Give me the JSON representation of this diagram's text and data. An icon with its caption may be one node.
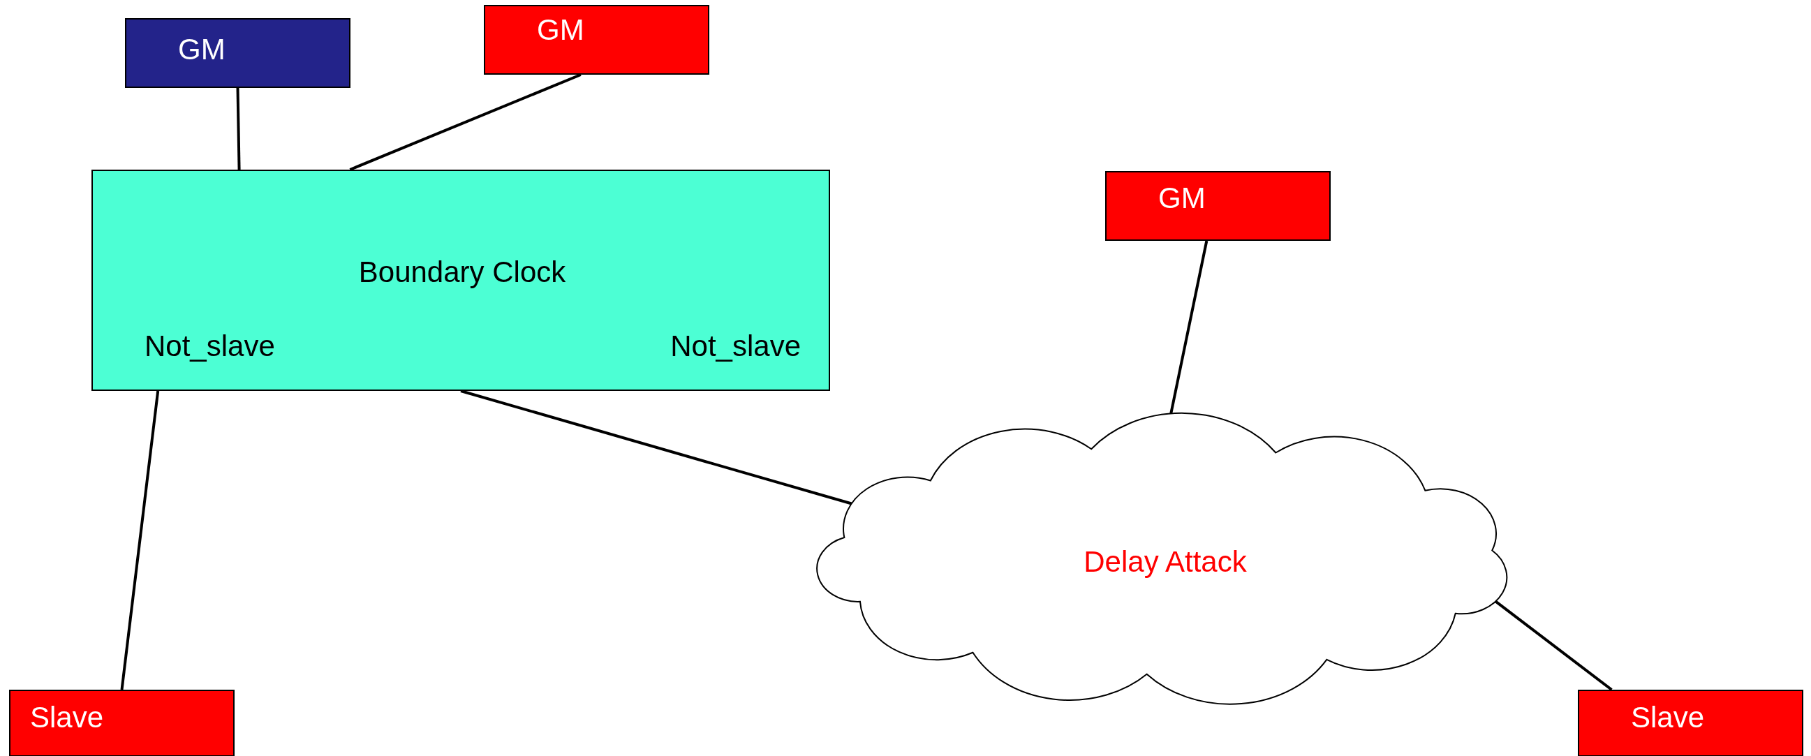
{
  "diagram": {
    "nodes": [
      {
        "text": [
          "GM"
        ]
      },
      {
        "text": [
          "GM"
        ]
      },
      {
        "text": [
          "Boundary Clock",
          "Not_slave",
          "Not_slave"
        ]
      },
      {
        "text": [
          "GM"
        ]
      },
      {
        "text": [
          "Delay Attack"
        ]
      },
      {
        "text": [
          "Slave"
        ]
      },
      {
        "text": [
          "Slave"
        ]
      }
    ],
    "edges": [
      {
        "from": 0,
        "to": 2,
        "arrow": "none"
      },
      {
        "from": 1,
        "to": 2,
        "arrow": "none"
      },
      {
        "from": 2,
        "to": 5,
        "arrow": "none"
      },
      {
        "from": 2,
        "to": 4,
        "arrow": "none"
      },
      {
        "from": 3,
        "to": 4,
        "arrow": "none"
      },
      {
        "from": 4,
        "to": 6,
        "arrow": "none"
      }
    ]
  }
}
